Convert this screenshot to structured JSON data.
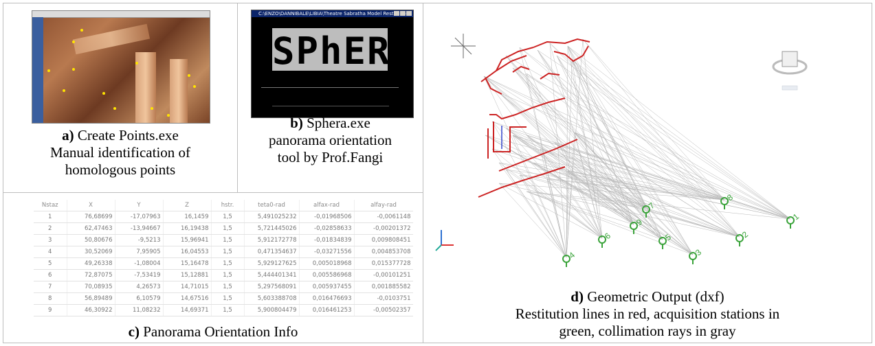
{
  "panels": {
    "a": {
      "letter": "a)",
      "title": " Create Points.exe",
      "line2": "Manual  identification of",
      "line3": "homologous points"
    },
    "b": {
      "letter": "b)",
      "title": " Sphera.exe",
      "line2": "panorama orientation",
      "line3": "tool by Prof.Fangi",
      "console_title": "C:\\ENZO\\DANNIBALE\\LIBIA\\Theatre Sabratha Model Restitution",
      "logo": "SPhERA"
    },
    "c": {
      "letter": "c)",
      "title": " Panorama Orientation Info"
    },
    "d": {
      "letter": "d)",
      "title": " Geometric Output (dxf)",
      "line2": "Restitution lines in red, acquisition stations in",
      "line3": "green, collimation rays in gray"
    }
  },
  "table": {
    "headers": [
      "Nstaz",
      "X",
      "Y",
      "Z",
      "hstr.",
      "teta0-rad",
      "alfax-rad",
      "alfay-rad"
    ],
    "rows": [
      [
        "1",
        "76,68699",
        "-17,07963",
        "16,1459",
        "1,5",
        "5,491025232",
        "-0,01968506",
        "-0,0061148"
      ],
      [
        "2",
        "62,47463",
        "-13,94667",
        "16,19438",
        "1,5",
        "5,721445026",
        "-0,02858633",
        "-0,00201372"
      ],
      [
        "3",
        "50,80676",
        "-9,5213",
        "15,96941",
        "1,5",
        "5,912172778",
        "-0,01834839",
        "0,009808451"
      ],
      [
        "4",
        "30,52069",
        "7,95905",
        "16,04553",
        "1,5",
        "0,471354637",
        "-0,03271556",
        "0,004853708"
      ],
      [
        "5",
        "49,26338",
        "-1,08004",
        "15,16478",
        "1,5",
        "5,929127625",
        "0,005018968",
        "0,015377728"
      ],
      [
        "6",
        "72,87075",
        "-7,53419",
        "15,12881",
        "1,5",
        "5,444401341",
        "0,005586968",
        "-0,00101251"
      ],
      [
        "7",
        "70,08935",
        "4,26573",
        "14,71015",
        "1,5",
        "5,297568091",
        "0,005937455",
        "0,001885582"
      ],
      [
        "8",
        "56,89489",
        "6,10579",
        "14,67516",
        "1,5",
        "5,603388708",
        "0,016476693",
        "-0,0103751"
      ],
      [
        "9",
        "46,30922",
        "11,08232",
        "14,69371",
        "1,5",
        "5,900804479",
        "0,016461253",
        "-0,00502357"
      ]
    ]
  },
  "stations": [
    "1",
    "2",
    "3",
    "4",
    "5",
    "6",
    "7",
    "8",
    "9"
  ],
  "colors": {
    "restitution": "#cc2222",
    "station": "#3aa33a",
    "ray": "#b8b8b8"
  }
}
